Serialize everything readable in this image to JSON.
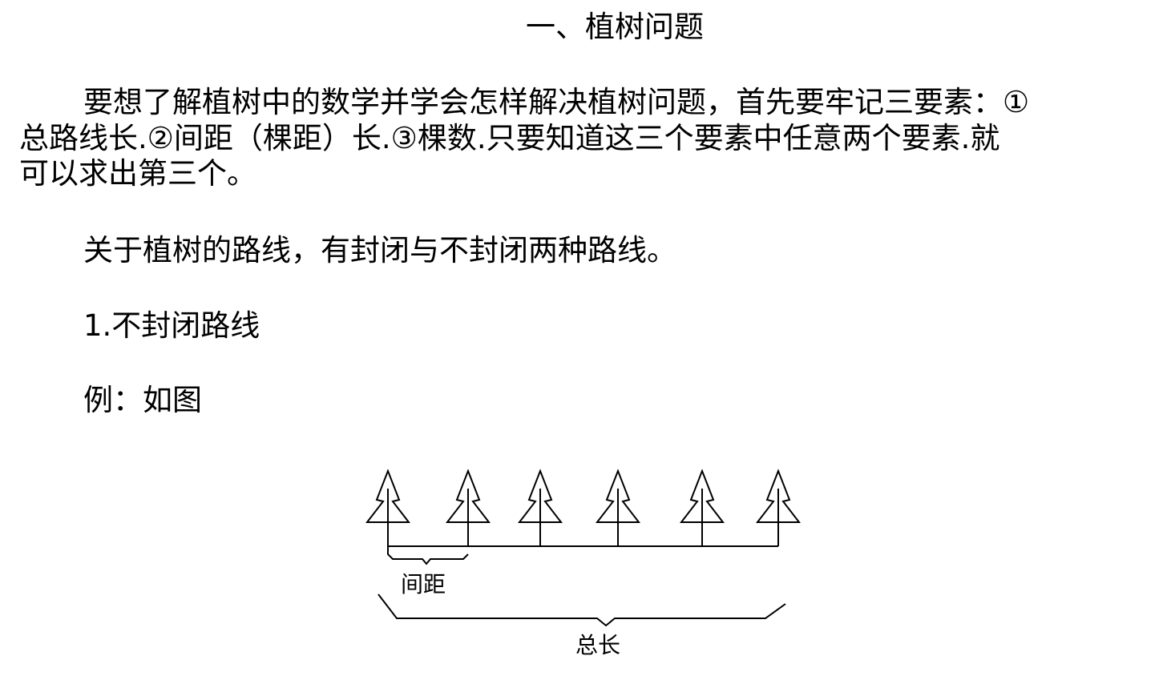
{
  "title": "一、植树问题",
  "paragraph1": {
    "lines": [
      "要想了解植树中的数学并学会怎样解决植树问题，首先要牢记三要素：①",
      "总路线长.②间距（棵距）长.③棵数.只要知道这三个要素中任意两个要素.就",
      "可以求出第三个。"
    ]
  },
  "paragraph2": "关于植树的路线，有封闭与不封闭两种路线。",
  "section1": "1.不封闭路线",
  "example": "例：如图",
  "diagram": {
    "tree_count": 6,
    "spacing_label": "间距",
    "total_label": "总长"
  }
}
